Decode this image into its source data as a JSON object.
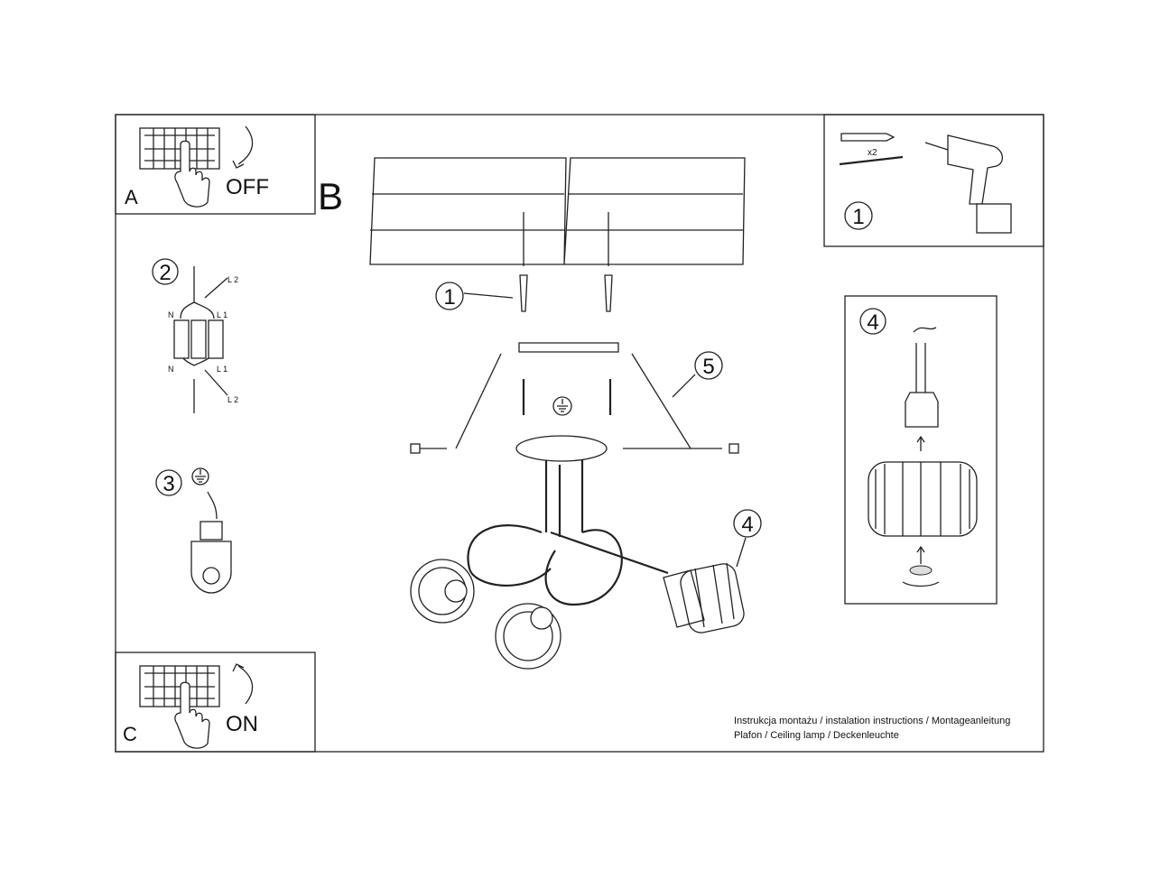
{
  "steps": {
    "a": {
      "letter": "A",
      "action": "OFF"
    },
    "b": {
      "letter": "B"
    },
    "c": {
      "letter": "C",
      "action": "ON"
    }
  },
  "tools": {
    "callout": "1",
    "quantity": "x2"
  },
  "wiring": {
    "callout": "2",
    "labels": {
      "n_top": "N",
      "l1_top": "L 1",
      "l2_top": "L 2",
      "n_bottom": "N",
      "l1_bottom": "L 1",
      "l2_bottom": "L 2"
    }
  },
  "ground": {
    "callout": "3"
  },
  "shade": {
    "callout": "4"
  },
  "main": {
    "callout_plug": "1",
    "callout_bracket": "5",
    "callout_shade": "4"
  },
  "footer": {
    "line1": "Instrukcja montażu / instalation instructions / Montageanleitung",
    "line2": "Plafon / Ceiling lamp / Deckenleuchte"
  }
}
